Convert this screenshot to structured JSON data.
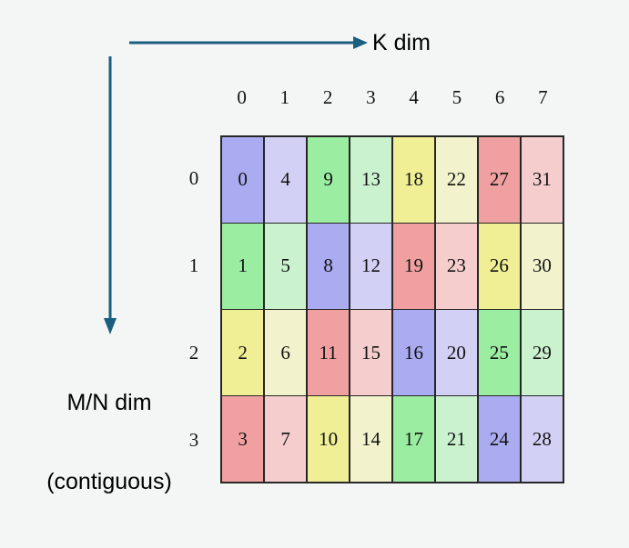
{
  "background_color": "#f4f6f5",
  "axes": {
    "horizontal": {
      "label": "K dim",
      "arrow_color": "#1a5e80",
      "direction": "right",
      "icon": "right-arrow-icon"
    },
    "vertical": {
      "label": "M/N dim\n(contiguous)",
      "label_line1": "M/N dim",
      "label_line2": "(contiguous)",
      "arrow_color": "#1a5e80",
      "direction": "down",
      "icon": "down-arrow-icon"
    }
  },
  "grid": {
    "column_headers": [
      "0",
      "1",
      "2",
      "3",
      "4",
      "5",
      "6",
      "7"
    ],
    "row_headers": [
      "0",
      "1",
      "2",
      "3"
    ],
    "border_color": "#262626",
    "rows": [
      {
        "index": "0",
        "cells": [
          {
            "value": "0",
            "color": "#aaabf0"
          },
          {
            "value": "4",
            "color": "#d2d1f5"
          },
          {
            "value": "9",
            "color": "#9beda2"
          },
          {
            "value": "13",
            "color": "#caf2cf"
          },
          {
            "value": "18",
            "color": "#f0ef95"
          },
          {
            "value": "22",
            "color": "#f2f2cd"
          },
          {
            "value": "27",
            "color": "#f0a0a0"
          },
          {
            "value": "31",
            "color": "#f5cdcd"
          }
        ]
      },
      {
        "index": "1",
        "cells": [
          {
            "value": "1",
            "color": "#9beda2"
          },
          {
            "value": "5",
            "color": "#caf2cf"
          },
          {
            "value": "8",
            "color": "#aaabf0"
          },
          {
            "value": "12",
            "color": "#d2d1f5"
          },
          {
            "value": "19",
            "color": "#f0a0a0"
          },
          {
            "value": "23",
            "color": "#f5cdcd"
          },
          {
            "value": "26",
            "color": "#f0ef95"
          },
          {
            "value": "30",
            "color": "#f2f2cd"
          }
        ]
      },
      {
        "index": "2",
        "cells": [
          {
            "value": "2",
            "color": "#f0ef95"
          },
          {
            "value": "6",
            "color": "#f2f2cd"
          },
          {
            "value": "11",
            "color": "#f0a0a0"
          },
          {
            "value": "15",
            "color": "#f5cdcd"
          },
          {
            "value": "16",
            "color": "#aaabf0"
          },
          {
            "value": "20",
            "color": "#d2d1f5"
          },
          {
            "value": "25",
            "color": "#9beda2"
          },
          {
            "value": "29",
            "color": "#caf2cf"
          }
        ]
      },
      {
        "index": "3",
        "cells": [
          {
            "value": "3",
            "color": "#f0a0a0"
          },
          {
            "value": "7",
            "color": "#f5cdcd"
          },
          {
            "value": "10",
            "color": "#f0ef95"
          },
          {
            "value": "14",
            "color": "#f2f2cd"
          },
          {
            "value": "17",
            "color": "#9beda2"
          },
          {
            "value": "21",
            "color": "#caf2cf"
          },
          {
            "value": "24",
            "color": "#aaabf0"
          },
          {
            "value": "28",
            "color": "#d2d1f5"
          }
        ]
      }
    ]
  }
}
